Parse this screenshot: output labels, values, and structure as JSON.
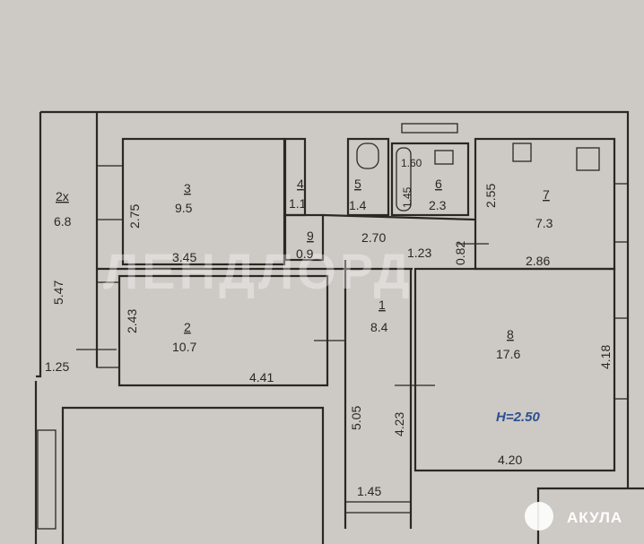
{
  "rooms": [
    {
      "number": "2x",
      "area": "6.8"
    },
    {
      "number": "3",
      "area": "9.5"
    },
    {
      "number": "4",
      "area": "1.1"
    },
    {
      "number": "9",
      "area": "0.9"
    },
    {
      "number": "5",
      "area": "1.4"
    },
    {
      "number": "6",
      "area": "2.3"
    },
    {
      "number": "7",
      "area": "7.3"
    },
    {
      "number": "2",
      "area": "10.7"
    },
    {
      "number": "1",
      "area": "8.4"
    },
    {
      "number": "8",
      "area": "17.6"
    }
  ],
  "dimensions": [
    "5.47",
    "1.25",
    "2.75",
    "3.45",
    "2.43",
    "4.41",
    "2.70",
    "1.23",
    "0.82",
    "1.60",
    "1.45",
    "2.55",
    "2.86",
    "4.18",
    "4.23",
    "5.05",
    "4.20",
    "1.45"
  ],
  "ceiling_height": "H=2.50",
  "watermark": "ЛЕНДЛОРД",
  "logo": "АКУЛА"
}
